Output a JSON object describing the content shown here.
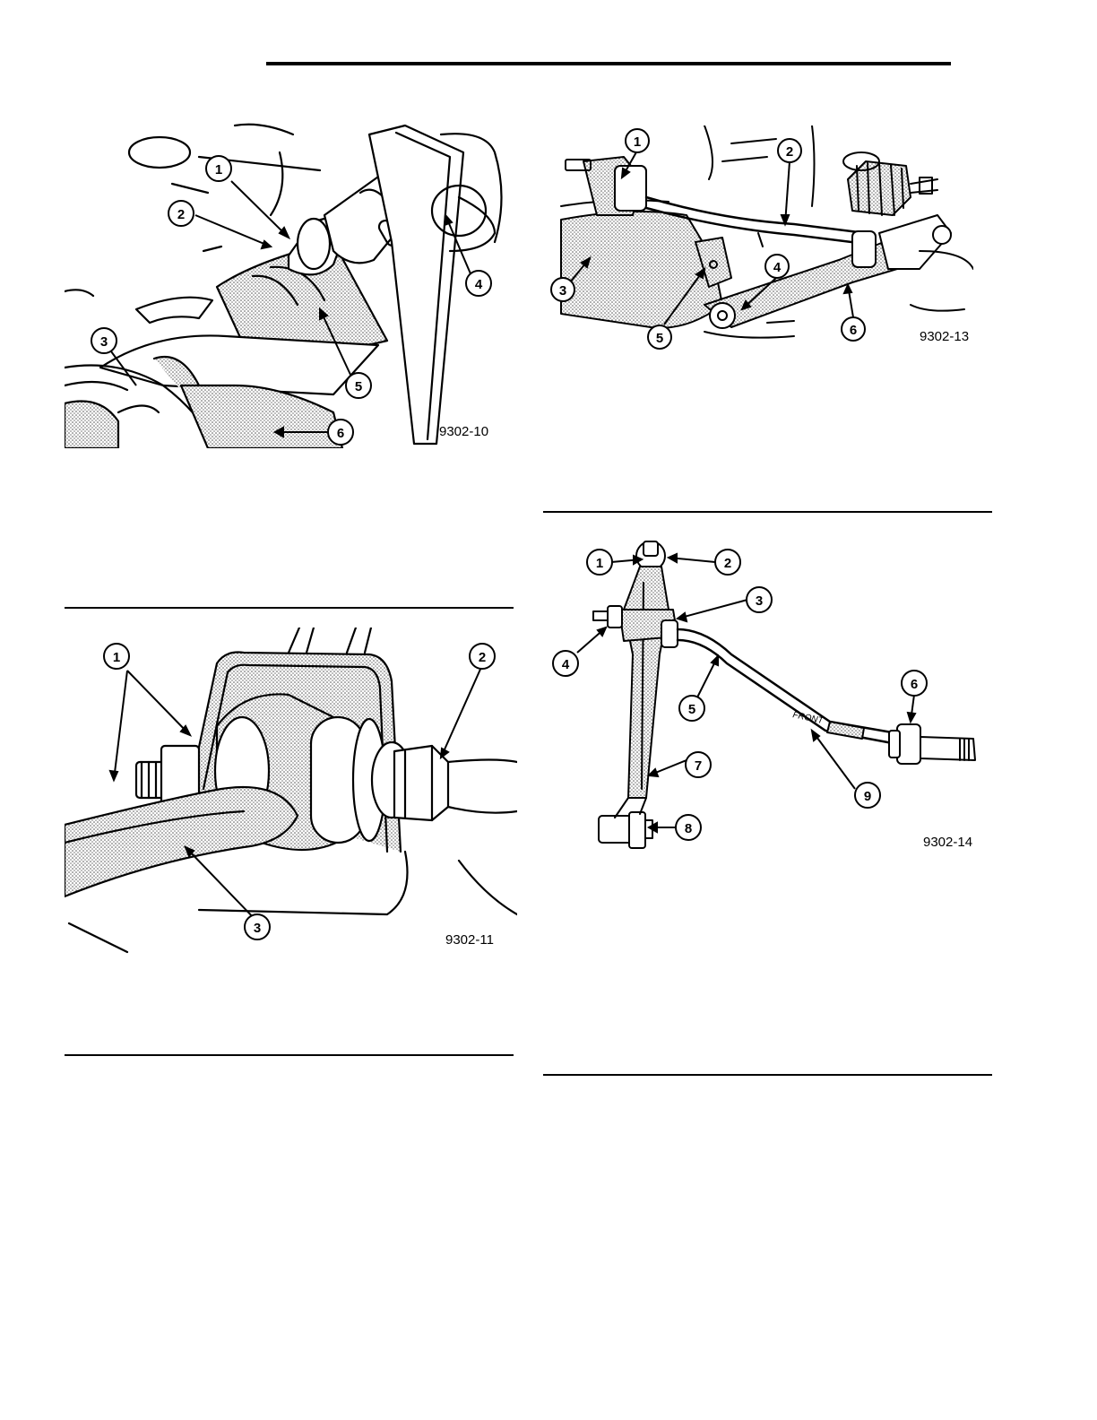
{
  "page": {
    "figures": [
      {
        "id": "9302-10",
        "callouts": [
          "1",
          "2",
          "3",
          "4",
          "5",
          "6"
        ]
      },
      {
        "id": "9302-11",
        "callouts": [
          "1",
          "2",
          "3"
        ]
      },
      {
        "id": "9302-13",
        "callouts": [
          "1",
          "2",
          "3",
          "4",
          "5",
          "6"
        ]
      },
      {
        "id": "9302-14",
        "callouts": [
          "1",
          "2",
          "3",
          "4",
          "5",
          "6",
          "7",
          "8",
          "9"
        ],
        "part_marking": "FRONT"
      }
    ]
  }
}
